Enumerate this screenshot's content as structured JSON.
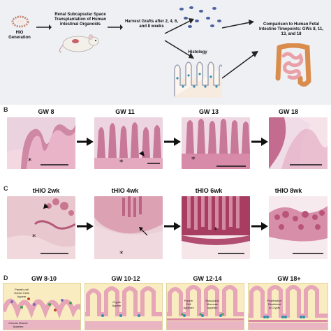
{
  "panel_a": {
    "hio_generation": "HIO\nGeneration",
    "transplant": "Renal Subcapsular Space\nTransplantation of Human\nIntestinal Organoids",
    "harvest": "Harvest Grafts after 2, 4, 6,\nand 8 weeks",
    "histology": "Histology",
    "comparison": "Comparison to Human Fetal\nIntestine Timepoints: GWs 8, 11,\n13, and 18"
  },
  "panel_b": {
    "letter": "B",
    "labels": [
      "GW 8",
      "GW 11",
      "GW 13",
      "GW 18"
    ]
  },
  "panel_c": {
    "letter": "C",
    "labels": [
      "tHIO 2wk",
      "tHIO 4wk",
      "tHIO 6wk",
      "tHIO 8wk"
    ]
  },
  "panel_d": {
    "letter": "D",
    "titles": [
      "GW 8-10",
      "GW 10-12",
      "GW 12-14",
      "GW 18+"
    ],
    "notes": {
      "box1_top": "Paneth cell\nGoblet Cells\nAppear",
      "box1_bottom": "Circular Muscle\nAppears",
      "box2": "Crypts\nAppear",
      "box3_a": "Paneth\nCell\nAppears",
      "box3_b": "Muscularis\nMucosae\nAppears",
      "box4": "Proliferative\nRestricted\nto Crypts"
    }
  },
  "colors": {
    "background_a": "#eef0f4",
    "tissue_pink": "#e8b7c6",
    "tissue_dark": "#a03a5c",
    "arrow": "#222222",
    "panel_d_bg": "#f9ecc0"
  }
}
